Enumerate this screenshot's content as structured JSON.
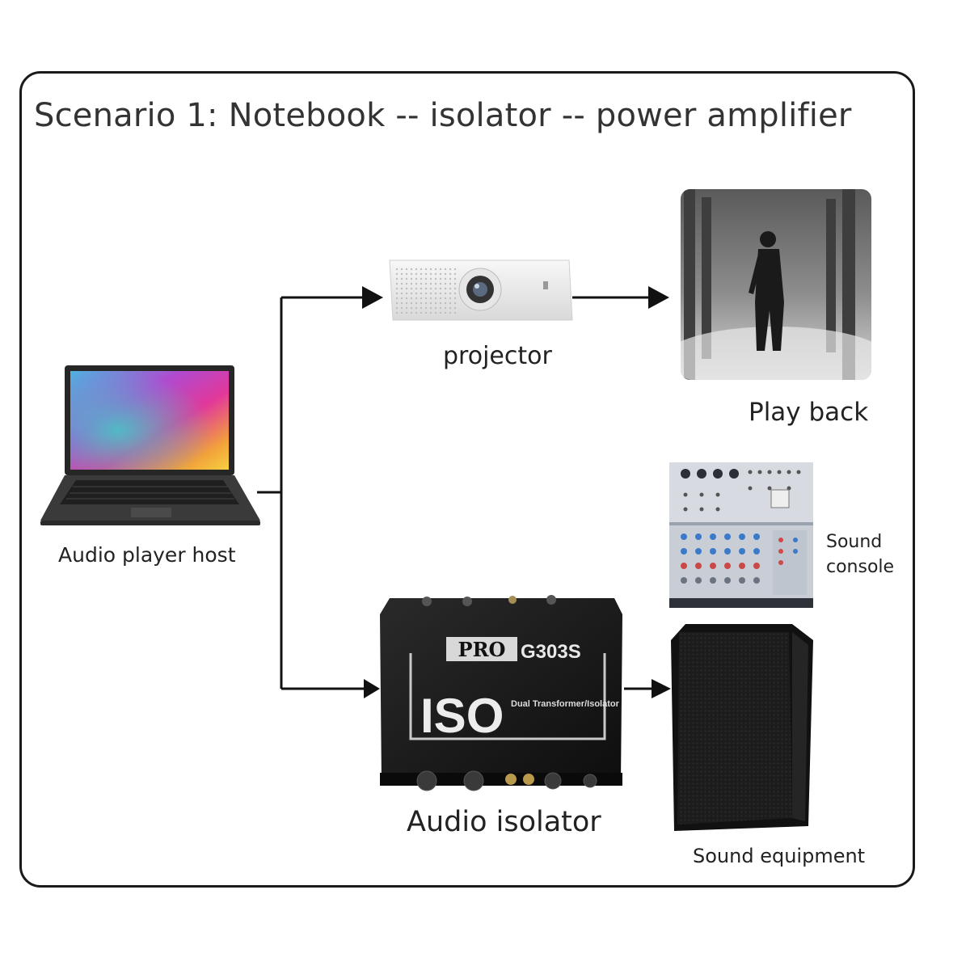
{
  "title": "Scenario 1: Notebook -- isolator -- power amplifier",
  "nodes": {
    "host": "Audio player host",
    "projector": "projector",
    "playback": "Play back",
    "console_line1": "Sound",
    "console_line2": "console",
    "isolator": "Audio isolator",
    "sound_equipment": "Sound equipment"
  },
  "device": {
    "brand": "PRO",
    "model": "G303S",
    "iso": "ISO",
    "subtitle": "Dual Transformer/Isolator"
  },
  "colors": {
    "line": "#111111",
    "device_body": "#151515",
    "speaker": "#1b1b1b"
  }
}
